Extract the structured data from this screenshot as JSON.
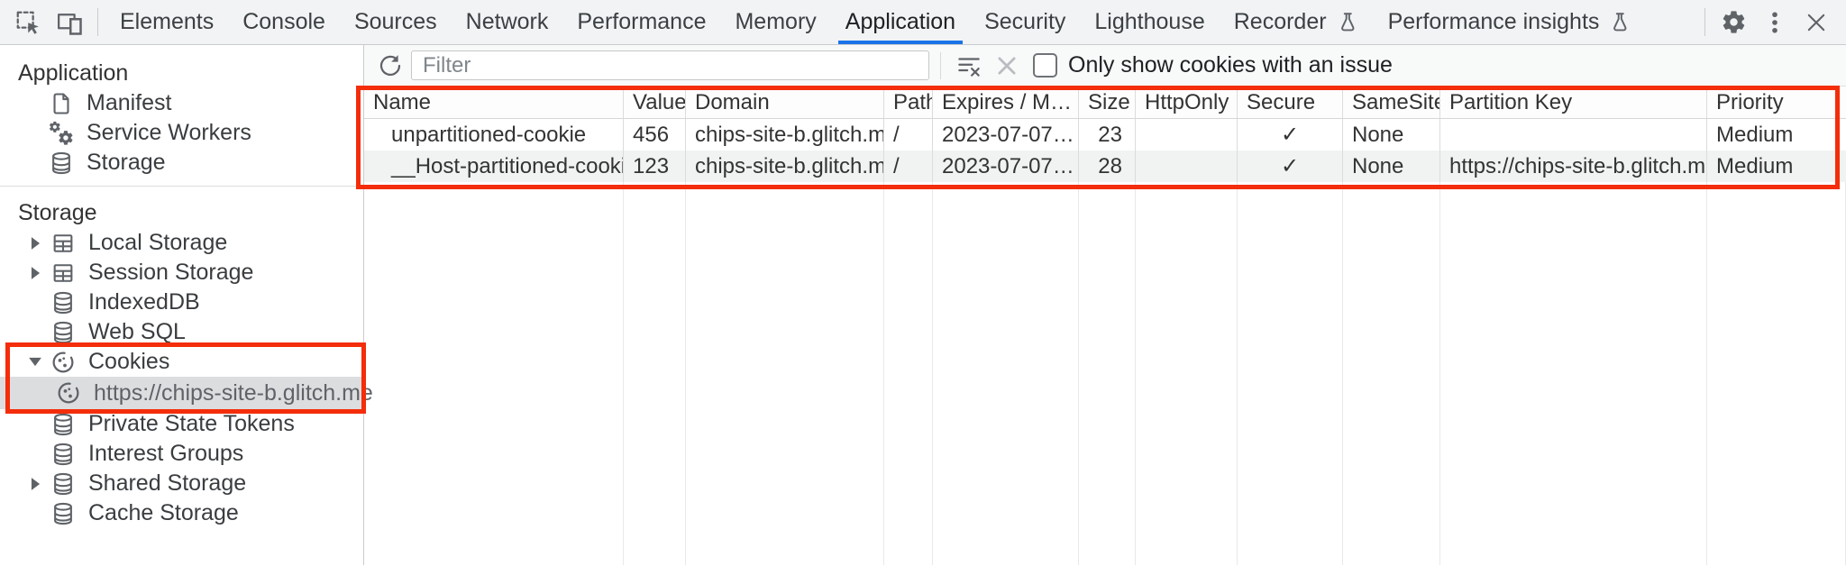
{
  "tabbar": {
    "tabs": [
      {
        "label": "Elements",
        "active": false,
        "flask": false
      },
      {
        "label": "Console",
        "active": false,
        "flask": false
      },
      {
        "label": "Sources",
        "active": false,
        "flask": false
      },
      {
        "label": "Network",
        "active": false,
        "flask": false
      },
      {
        "label": "Performance",
        "active": false,
        "flask": false
      },
      {
        "label": "Memory",
        "active": false,
        "flask": false
      },
      {
        "label": "Application",
        "active": true,
        "flask": false
      },
      {
        "label": "Security",
        "active": false,
        "flask": false
      },
      {
        "label": "Lighthouse",
        "active": false,
        "flask": false
      },
      {
        "label": "Recorder",
        "active": false,
        "flask": true
      },
      {
        "label": "Performance insights",
        "active": false,
        "flask": true
      }
    ]
  },
  "sidebar": {
    "sections": [
      {
        "title": "Application",
        "items": [
          {
            "label": "Manifest",
            "icon": "file-icon"
          },
          {
            "label": "Service Workers",
            "icon": "gears-icon"
          },
          {
            "label": "Storage",
            "icon": "database-icon"
          }
        ]
      },
      {
        "title": "Storage",
        "items": [
          {
            "label": "Local Storage",
            "icon": "table-icon",
            "expander": "collapsed"
          },
          {
            "label": "Session Storage",
            "icon": "table-icon",
            "expander": "collapsed"
          },
          {
            "label": "IndexedDB",
            "icon": "database-icon",
            "expander": "none"
          },
          {
            "label": "Web SQL",
            "icon": "database-icon",
            "expander": "none"
          },
          {
            "label": "Cookies",
            "icon": "cookie-icon",
            "expander": "expanded"
          },
          {
            "label": "https://chips-site-b.glitch.me",
            "icon": "cookie-icon",
            "expander": "none",
            "selected": true
          },
          {
            "label": "Private State Tokens",
            "icon": "database-icon",
            "expander": "none"
          },
          {
            "label": "Interest Groups",
            "icon": "database-icon",
            "expander": "none"
          },
          {
            "label": "Shared Storage",
            "icon": "database-icon",
            "expander": "collapsed"
          },
          {
            "label": "Cache Storage",
            "icon": "database-icon",
            "expander": "none"
          }
        ]
      }
    ]
  },
  "toolbar": {
    "filter_placeholder": "Filter",
    "filter_value": "",
    "checkbox_label": "Only show cookies with an issue",
    "checkbox_checked": false
  },
  "table": {
    "columns": [
      "Name",
      "Value",
      "Domain",
      "Path",
      "Expires / M…",
      "Size",
      "HttpOnly",
      "Secure",
      "SameSite",
      "Partition Key",
      "Priority"
    ],
    "rows": [
      [
        "unpartitioned-cookie",
        "456",
        "chips-site-b.glitch.me",
        "/",
        "2023-07-07…",
        "23",
        "",
        "✓",
        "None",
        "",
        "Medium"
      ],
      [
        "__Host-partitioned-cookie",
        "123",
        "chips-site-b.glitch.me",
        "/",
        "2023-07-07…",
        "28",
        "",
        "✓",
        "None",
        "https://chips-site-b.glitch.me",
        "Medium"
      ]
    ]
  },
  "colors": {
    "active_tab_underline": "#1a73e8",
    "annotation_highlight": "#f42d0a",
    "selected_sidebar_row_bg": "#dcdddf"
  }
}
